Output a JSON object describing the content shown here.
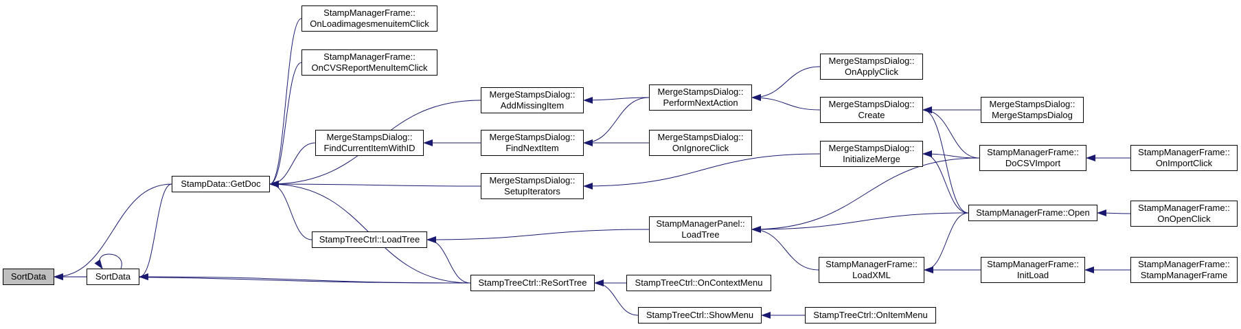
{
  "edge_color": "#191970",
  "nodes": {
    "sortdata_root": {
      "lines": [
        "SortData"
      ],
      "fill": "#bfbfbf"
    },
    "sortdata": {
      "lines": [
        "SortData"
      ]
    },
    "getdoc": {
      "lines": [
        "StampData::GetDoc"
      ]
    },
    "onloadimages": {
      "lines": [
        "StampManagerFrame::",
        "OnLoadimagesmenuitemClick"
      ]
    },
    "oncvsreport": {
      "lines": [
        "StampManagerFrame::",
        "OnCVSReportMenuItemClick"
      ]
    },
    "findcurrent": {
      "lines": [
        "MergeStampsDialog::",
        "FindCurrentItemWithID"
      ]
    },
    "loadtree_ctrl": {
      "lines": [
        "StampTreeCtrl::LoadTree"
      ]
    },
    "resorttree": {
      "lines": [
        "StampTreeCtrl::ReSortTree"
      ]
    },
    "addmissing": {
      "lines": [
        "MergeStampsDialog::",
        "AddMissingItem"
      ]
    },
    "findnext": {
      "lines": [
        "MergeStampsDialog::",
        "FindNextItem"
      ]
    },
    "setupiter": {
      "lines": [
        "MergeStampsDialog::",
        "SetupIterators"
      ]
    },
    "oncontextmenu": {
      "lines": [
        "StampTreeCtrl::OnContextMenu"
      ]
    },
    "showmenu": {
      "lines": [
        "StampTreeCtrl::ShowMenu"
      ]
    },
    "performnext": {
      "lines": [
        "MergeStampsDialog::",
        "PerformNextAction"
      ]
    },
    "onignore": {
      "lines": [
        "MergeStampsDialog::",
        "OnIgnoreClick"
      ]
    },
    "panel_loadtree": {
      "lines": [
        "StampManagerPanel::",
        "LoadTree"
      ]
    },
    "onitemmenu": {
      "lines": [
        "StampTreeCtrl::OnItemMenu"
      ]
    },
    "onapply": {
      "lines": [
        "MergeStampsDialog::",
        "OnApplyClick"
      ]
    },
    "create": {
      "lines": [
        "MergeStampsDialog::",
        "Create"
      ]
    },
    "initmerge": {
      "lines": [
        "MergeStampsDialog::",
        "InitializeMerge"
      ]
    },
    "loadxml": {
      "lines": [
        "StampManagerFrame::",
        "LoadXML"
      ]
    },
    "msdialog": {
      "lines": [
        "MergeStampsDialog::",
        "MergeStampsDialog"
      ]
    },
    "docsv": {
      "lines": [
        "StampManagerFrame::",
        "DoCSVImport"
      ]
    },
    "open": {
      "lines": [
        "StampManagerFrame::Open"
      ]
    },
    "initload": {
      "lines": [
        "StampManagerFrame::",
        "InitLoad"
      ]
    },
    "onimport": {
      "lines": [
        "StampManagerFrame::",
        "OnImportClick"
      ]
    },
    "onopen": {
      "lines": [
        "StampManagerFrame::",
        "OnOpenClick"
      ]
    },
    "smframe": {
      "lines": [
        "StampManagerFrame::",
        "StampManagerFrame"
      ]
    }
  },
  "edges": [
    [
      "sortdata",
      "sortdata_root"
    ],
    [
      "getdoc",
      "sortdata_root"
    ],
    [
      "resorttree",
      "sortdata_root"
    ],
    [
      "getdoc",
      "sortdata"
    ],
    [
      "sortdata",
      "sortdata"
    ],
    [
      "resorttree",
      "sortdata"
    ],
    [
      "onloadimages",
      "getdoc"
    ],
    [
      "oncvsreport",
      "getdoc"
    ],
    [
      "addmissing",
      "getdoc"
    ],
    [
      "findcurrent",
      "getdoc"
    ],
    [
      "setupiter",
      "getdoc"
    ],
    [
      "loadtree_ctrl",
      "getdoc"
    ],
    [
      "resorttree",
      "getdoc"
    ],
    [
      "findnext",
      "findcurrent"
    ],
    [
      "panel_loadtree",
      "loadtree_ctrl"
    ],
    [
      "resorttree",
      "loadtree_ctrl"
    ],
    [
      "oncontextmenu",
      "resorttree"
    ],
    [
      "showmenu",
      "resorttree"
    ],
    [
      "performnext",
      "addmissing"
    ],
    [
      "performnext",
      "findnext"
    ],
    [
      "onignore",
      "findnext"
    ],
    [
      "initmerge",
      "setupiter"
    ],
    [
      "onitemmenu",
      "showmenu"
    ],
    [
      "onapply",
      "performnext"
    ],
    [
      "create",
      "performnext"
    ],
    [
      "docsv",
      "panel_loadtree"
    ],
    [
      "open",
      "panel_loadtree"
    ],
    [
      "loadxml",
      "panel_loadtree"
    ],
    [
      "msdialog",
      "create"
    ],
    [
      "docsv",
      "create"
    ],
    [
      "open",
      "create"
    ],
    [
      "docsv",
      "initmerge"
    ],
    [
      "open",
      "initmerge"
    ],
    [
      "open",
      "loadxml"
    ],
    [
      "initload",
      "loadxml"
    ],
    [
      "onimport",
      "docsv"
    ],
    [
      "onopen",
      "open"
    ],
    [
      "smframe",
      "initload"
    ]
  ]
}
